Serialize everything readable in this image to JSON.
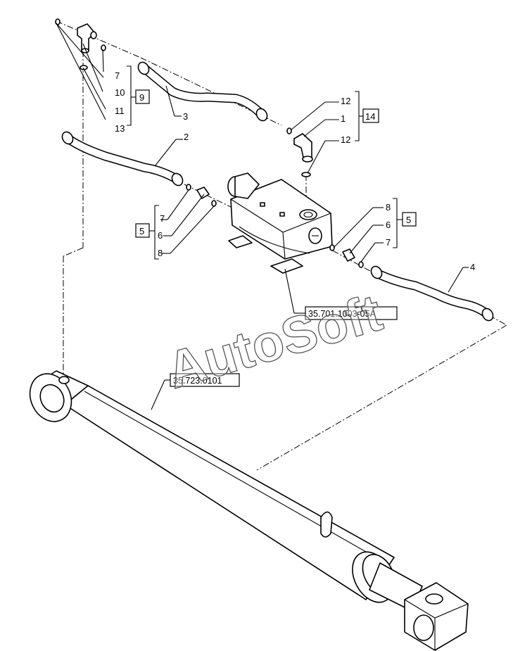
{
  "labels": {
    "hose_2": "2",
    "hose_3": "3",
    "hose_4": "4",
    "tee_group": {
      "item_7": "7",
      "item_10": "10",
      "item_11": "11",
      "item_13": "13",
      "box": "9"
    },
    "elbow_group": {
      "item_12_top": "12",
      "item_1": "1",
      "item_12_bottom": "12",
      "box": "14"
    },
    "left_adapter_group": {
      "item_7": "7",
      "item_6": "6",
      "item_8": "8",
      "box": "5"
    },
    "right_adapter_group": {
      "item_8": "8",
      "item_6": "6",
      "item_7": "7",
      "box": "5"
    }
  },
  "references": {
    "valve_block": "35.701.1003-05A",
    "cylinder": "35.723.0101"
  },
  "watermark": "AutoSoft"
}
